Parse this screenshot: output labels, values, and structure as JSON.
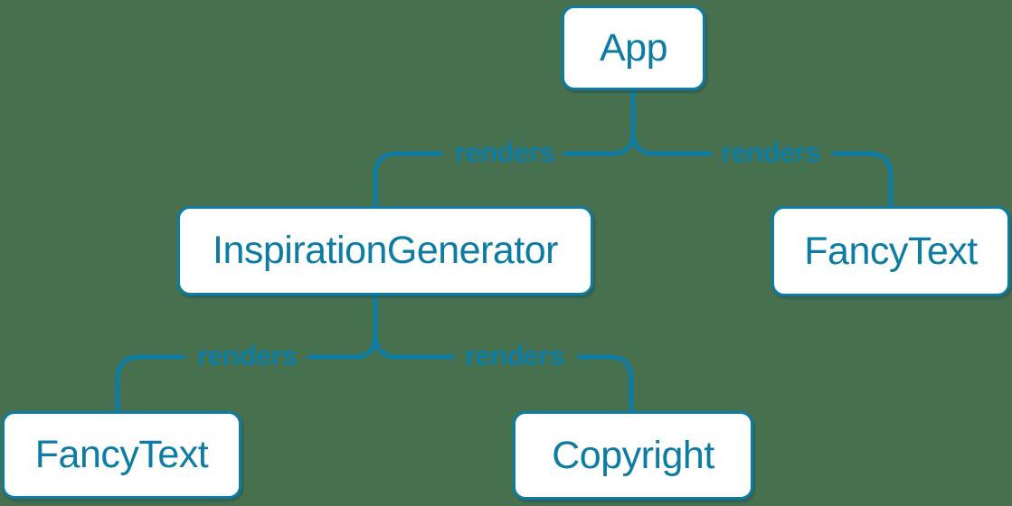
{
  "colors": {
    "background": "#47714E",
    "accent": "#0D7CA4",
    "node_fill": "#FFFFFF"
  },
  "nodes": {
    "app": {
      "label": "App"
    },
    "inspiration_generator": {
      "label": "InspirationGenerator"
    },
    "fancy_text_right": {
      "label": "FancyText"
    },
    "fancy_text_left": {
      "label": "FancyText"
    },
    "copyright": {
      "label": "Copyright"
    }
  },
  "edges": [
    {
      "from": "App",
      "to": "InspirationGenerator",
      "label": "renders"
    },
    {
      "from": "App",
      "to": "FancyText",
      "label": "renders"
    },
    {
      "from": "InspirationGenerator",
      "to": "FancyText",
      "label": "renders"
    },
    {
      "from": "InspirationGenerator",
      "to": "Copyright",
      "label": "renders"
    }
  ]
}
